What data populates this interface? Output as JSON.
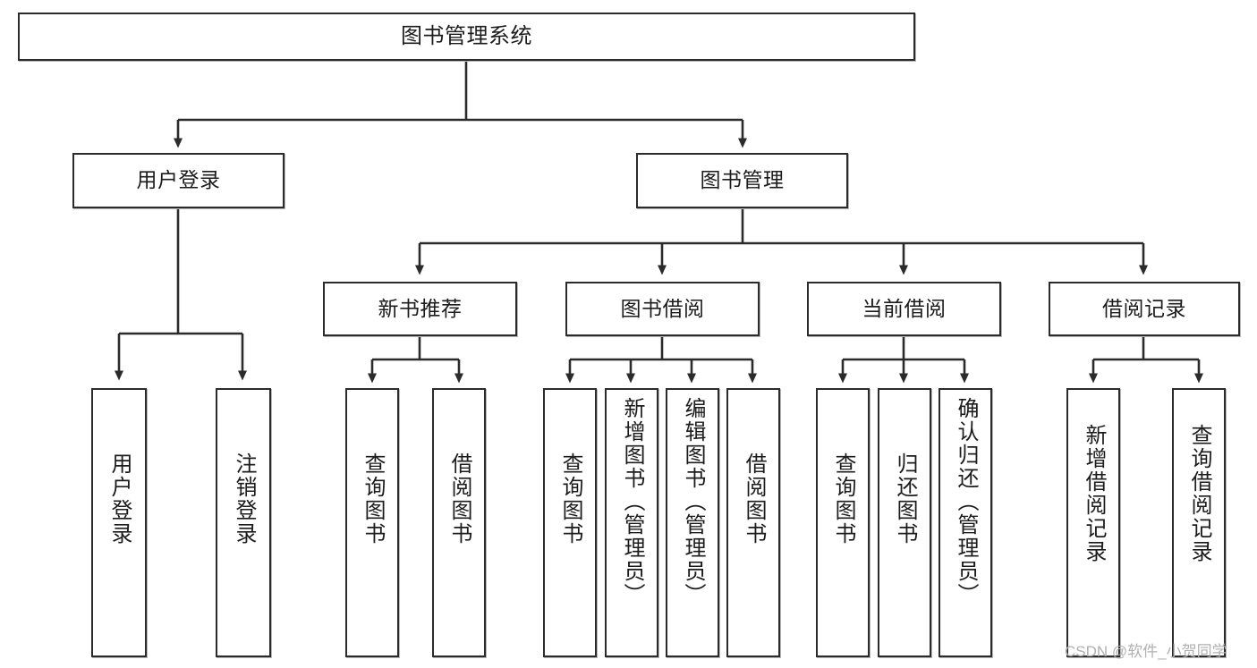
{
  "diagram": {
    "title": "图书管理系统",
    "type": "hierarchy-tree",
    "watermark": "CSDN @软件_小贺同学",
    "colors": {
      "box_border": "#2b2b2b",
      "box_fill": "#ffffff",
      "connector": "#2b2b2b",
      "text": "#1c1c1c",
      "watermark": "#b0b0b0"
    },
    "nodes": {
      "root": {
        "label": "图书管理系统"
      },
      "level2": [
        {
          "id": "user-login",
          "label": "用户登录"
        },
        {
          "id": "book-manage",
          "label": "图书管理"
        }
      ],
      "level3": [
        {
          "id": "new-book-recommend",
          "label": "新书推荐"
        },
        {
          "id": "book-borrow",
          "label": "图书借阅"
        },
        {
          "id": "current-borrow",
          "label": "当前借阅"
        },
        {
          "id": "borrow-record",
          "label": "借阅记录"
        }
      ],
      "leaves": {
        "user-login": [
          {
            "id": "leaf-user-login",
            "label": "用户登录"
          },
          {
            "id": "leaf-logout",
            "label": "注销登录"
          }
        ],
        "new-book-recommend": [
          {
            "id": "leaf-query-book-1",
            "label": "查询图书"
          },
          {
            "id": "leaf-borrow-book-1",
            "label": "借阅图书"
          }
        ],
        "book-borrow": [
          {
            "id": "leaf-query-book-2",
            "label": "查询图书"
          },
          {
            "id": "leaf-add-book",
            "label": "新增图书（管理员）"
          },
          {
            "id": "leaf-edit-book",
            "label": "编辑图书（管理员）"
          },
          {
            "id": "leaf-borrow-book-2",
            "label": "借阅图书"
          }
        ],
        "current-borrow": [
          {
            "id": "leaf-query-book-3",
            "label": "查询图书"
          },
          {
            "id": "leaf-return-book",
            "label": "归还图书"
          },
          {
            "id": "leaf-confirm-return",
            "label": "确认归还（管理员）"
          }
        ],
        "borrow-record": [
          {
            "id": "leaf-add-record",
            "label": "新增借阅记录"
          },
          {
            "id": "leaf-query-record",
            "label": "查询借阅记录"
          }
        ]
      }
    },
    "edges": [
      {
        "from": "root",
        "to": "user-login"
      },
      {
        "from": "root",
        "to": "book-manage"
      },
      {
        "from": "book-manage",
        "to": "new-book-recommend"
      },
      {
        "from": "book-manage",
        "to": "book-borrow"
      },
      {
        "from": "book-manage",
        "to": "current-borrow"
      },
      {
        "from": "book-manage",
        "to": "borrow-record"
      },
      {
        "from": "user-login",
        "to": "leaf-user-login"
      },
      {
        "from": "user-login",
        "to": "leaf-logout"
      },
      {
        "from": "new-book-recommend",
        "to": "leaf-query-book-1"
      },
      {
        "from": "new-book-recommend",
        "to": "leaf-borrow-book-1"
      },
      {
        "from": "book-borrow",
        "to": "leaf-query-book-2"
      },
      {
        "from": "book-borrow",
        "to": "leaf-add-book"
      },
      {
        "from": "book-borrow",
        "to": "leaf-edit-book"
      },
      {
        "from": "book-borrow",
        "to": "leaf-borrow-book-2"
      },
      {
        "from": "current-borrow",
        "to": "leaf-query-book-3"
      },
      {
        "from": "current-borrow",
        "to": "leaf-return-book"
      },
      {
        "from": "current-borrow",
        "to": "leaf-confirm-return"
      },
      {
        "from": "borrow-record",
        "to": "leaf-add-record"
      },
      {
        "from": "borrow-record",
        "to": "leaf-query-record"
      }
    ]
  }
}
